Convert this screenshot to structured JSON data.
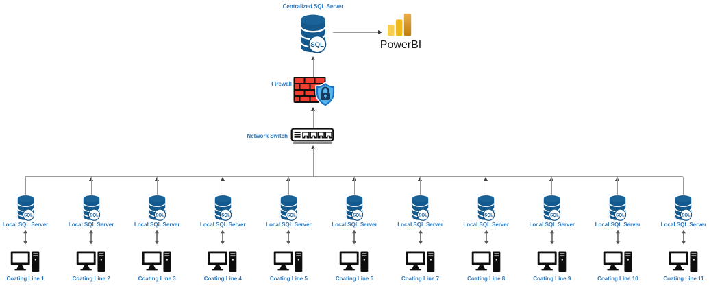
{
  "nodes": {
    "centralized_server": {
      "label": "Centralized SQL Server",
      "icon": "sql-database-icon"
    },
    "powerbi": {
      "label": "PowerBI",
      "icon": "powerbi-bar-chart-icon"
    },
    "firewall": {
      "label": "Firewall",
      "icon": "firewall-brick-shield-icon"
    },
    "network_switch": {
      "label": "Network Switch",
      "icon": "network-switch-icon"
    }
  },
  "columns": [
    {
      "server_label": "Local SQL Server",
      "line_label": "Coating Line 1",
      "server_icon": "sql-database-icon",
      "workstation_icon": "desktop-computer-icon"
    },
    {
      "server_label": "Local SQL Server",
      "line_label": "Coating Line 2",
      "server_icon": "sql-database-icon",
      "workstation_icon": "desktop-computer-icon"
    },
    {
      "server_label": "Local SQL Server",
      "line_label": "Coating Line 3",
      "server_icon": "sql-database-icon",
      "workstation_icon": "desktop-computer-icon"
    },
    {
      "server_label": "Local SQL Server",
      "line_label": "Coating Line 4",
      "server_icon": "sql-database-icon",
      "workstation_icon": "desktop-computer-icon"
    },
    {
      "server_label": "Local SQL Server",
      "line_label": "Coating Line 5",
      "server_icon": "sql-database-icon",
      "workstation_icon": "desktop-computer-icon"
    },
    {
      "server_label": "Local SQL Server",
      "line_label": "Coating Line 6",
      "server_icon": "sql-database-icon",
      "workstation_icon": "desktop-computer-icon"
    },
    {
      "server_label": "Local SQL Server",
      "line_label": "Coating Line 7",
      "server_icon": "sql-database-icon",
      "workstation_icon": "desktop-computer-icon"
    },
    {
      "server_label": "Local SQL Server",
      "line_label": "Coating Line 8",
      "server_icon": "sql-database-icon",
      "workstation_icon": "desktop-computer-icon"
    },
    {
      "server_label": "Local SQL Server",
      "line_label": "Coating Line 9",
      "server_icon": "sql-database-icon",
      "workstation_icon": "desktop-computer-icon"
    },
    {
      "server_label": "Local SQL Server",
      "line_label": "Coating Line 10",
      "server_icon": "sql-database-icon",
      "workstation_icon": "desktop-computer-icon"
    },
    {
      "server_label": "Local SQL Server",
      "line_label": "Coating Line 11",
      "server_icon": "sql-database-icon",
      "workstation_icon": "desktop-computer-icon"
    }
  ],
  "colors": {
    "label_blue": "#2e79bd",
    "sql_db_blue": "#15598C",
    "firewall_brick_red": "#F23E30",
    "shield_fill_blue": "#55B6ED",
    "shield_border_blue": "#1B73C2",
    "lock_navy": "#16395F",
    "powerbi_light": "#F7CE4F",
    "powerbi_mid": "#F0BA1B",
    "powerbi_dark": "#C07F0A",
    "line_gray": "#9a9a9a",
    "arrowhead_gray": "#3a3a3a",
    "icon_black": "#101010"
  }
}
